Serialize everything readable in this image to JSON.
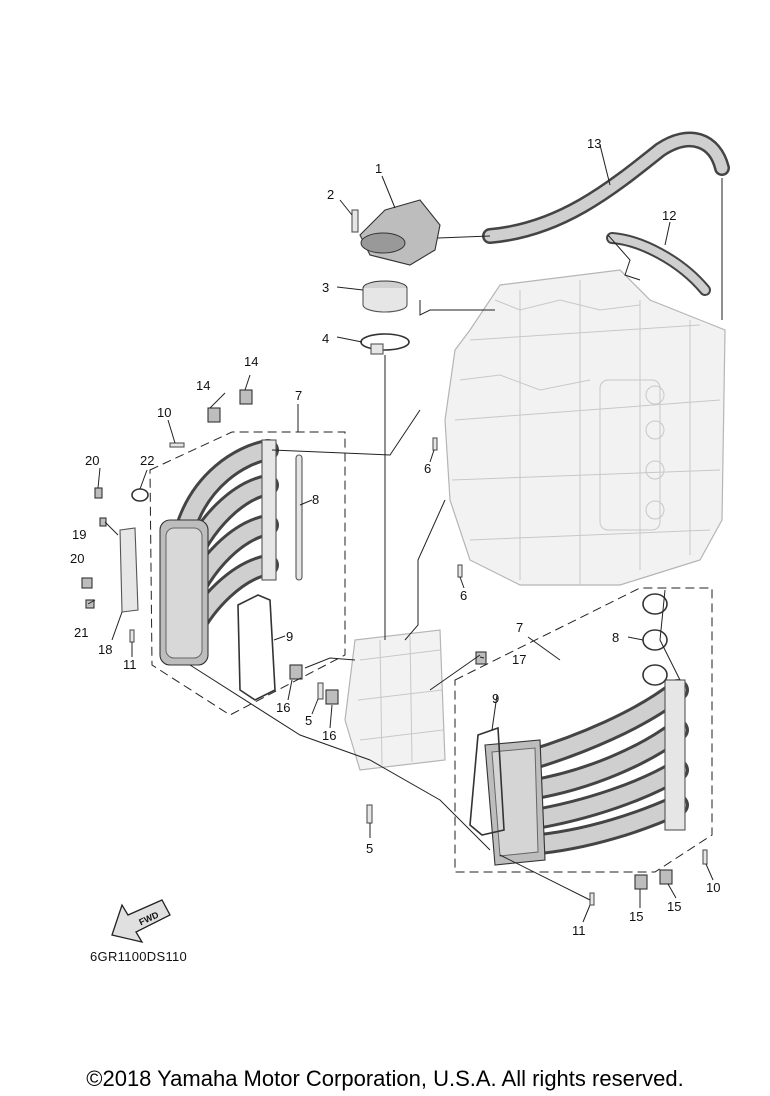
{
  "diagram": {
    "callouts": [
      {
        "id": "c1",
        "text": "1"
      },
      {
        "id": "c2",
        "text": "2"
      },
      {
        "id": "c3",
        "text": "3"
      },
      {
        "id": "c4",
        "text": "4"
      },
      {
        "id": "c5a",
        "text": "5"
      },
      {
        "id": "c5b",
        "text": "5"
      },
      {
        "id": "c6a",
        "text": "6"
      },
      {
        "id": "c6b",
        "text": "6"
      },
      {
        "id": "c7a",
        "text": "7"
      },
      {
        "id": "c7b",
        "text": "7"
      },
      {
        "id": "c8a",
        "text": "8"
      },
      {
        "id": "c8b",
        "text": "8"
      },
      {
        "id": "c9a",
        "text": "9"
      },
      {
        "id": "c9b",
        "text": "9"
      },
      {
        "id": "c10a",
        "text": "10"
      },
      {
        "id": "c10b",
        "text": "10"
      },
      {
        "id": "c11a",
        "text": "11"
      },
      {
        "id": "c11b",
        "text": "11"
      },
      {
        "id": "c12",
        "text": "12"
      },
      {
        "id": "c13",
        "text": "13"
      },
      {
        "id": "c14a",
        "text": "14"
      },
      {
        "id": "c14b",
        "text": "14"
      },
      {
        "id": "c15a",
        "text": "15"
      },
      {
        "id": "c15b",
        "text": "15"
      },
      {
        "id": "c16a",
        "text": "16"
      },
      {
        "id": "c16b",
        "text": "16"
      },
      {
        "id": "c17",
        "text": "17"
      },
      {
        "id": "c18",
        "text": "18"
      },
      {
        "id": "c19",
        "text": "19"
      },
      {
        "id": "c20a",
        "text": "20"
      },
      {
        "id": "c20b",
        "text": "20"
      },
      {
        "id": "c21",
        "text": "21"
      },
      {
        "id": "c22",
        "text": "22"
      }
    ],
    "fwd_arrow_label": "FWD",
    "diagram_code": "6GR1100DS110"
  },
  "footer": {
    "copyright": "©2018 Yamaha Motor Corporation, U.S.A. All rights reserved."
  }
}
